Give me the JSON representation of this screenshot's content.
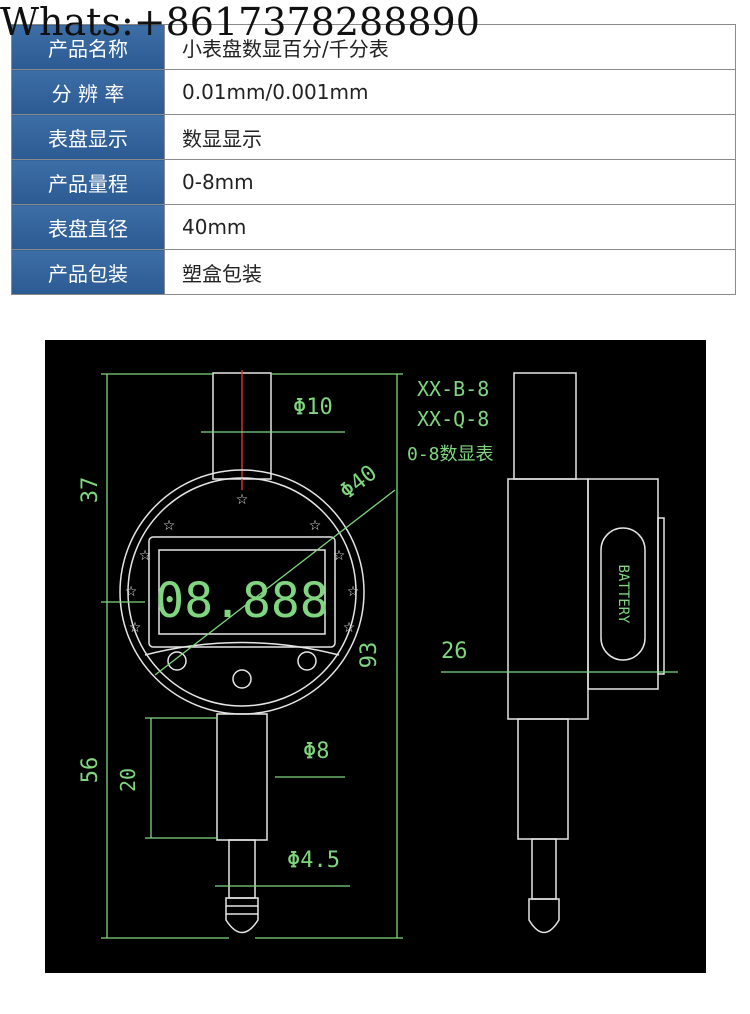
{
  "watermark": "Whats:+8617378288890",
  "specs": [
    {
      "label": "产品名称",
      "value": "小表盘数显百分/千分表"
    },
    {
      "label": "分 辨 率",
      "value": "0.01mm/0.001mm"
    },
    {
      "label": "表盘显示",
      "value": "数显显示"
    },
    {
      "label": "产品量程",
      "value": "0-8mm"
    },
    {
      "label": "表盘直径",
      "value": "40mm"
    },
    {
      "label": "产品包装",
      "value": "塑盒包装"
    }
  ],
  "drawing": {
    "models": [
      "XX-B-8",
      "XX-Q-8",
      "0-8数显表"
    ],
    "display_readout": "08.888",
    "battery_label": "BATTERY",
    "dimensions": {
      "stem_diameter": "Φ10",
      "dial_diameter": "Φ40",
      "top_height": "37",
      "total_height": "93",
      "bottom_height": "56",
      "spindle_length": "20",
      "spindle_diameter": "Φ8",
      "tip_diameter": "Φ4.5",
      "thickness": "26"
    },
    "colors": {
      "lines": "#e6e6e6",
      "dimensions": "#7fd67f",
      "background": "#000000"
    }
  }
}
